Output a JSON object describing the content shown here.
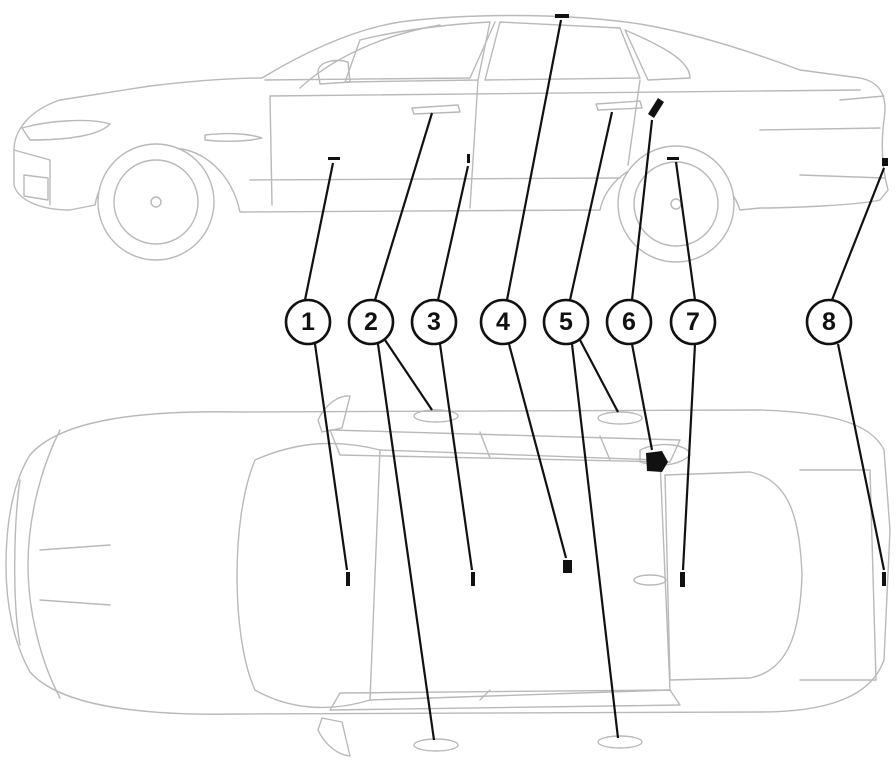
{
  "diagram": {
    "callouts": [
      {
        "label": "1"
      },
      {
        "label": "2"
      },
      {
        "label": "3"
      },
      {
        "label": "4"
      },
      {
        "label": "5"
      },
      {
        "label": "6"
      },
      {
        "label": "7"
      },
      {
        "label": "8"
      }
    ]
  },
  "colors": {
    "outline": "#b9b9b9",
    "marker": "#111111",
    "background": "#ffffff"
  }
}
